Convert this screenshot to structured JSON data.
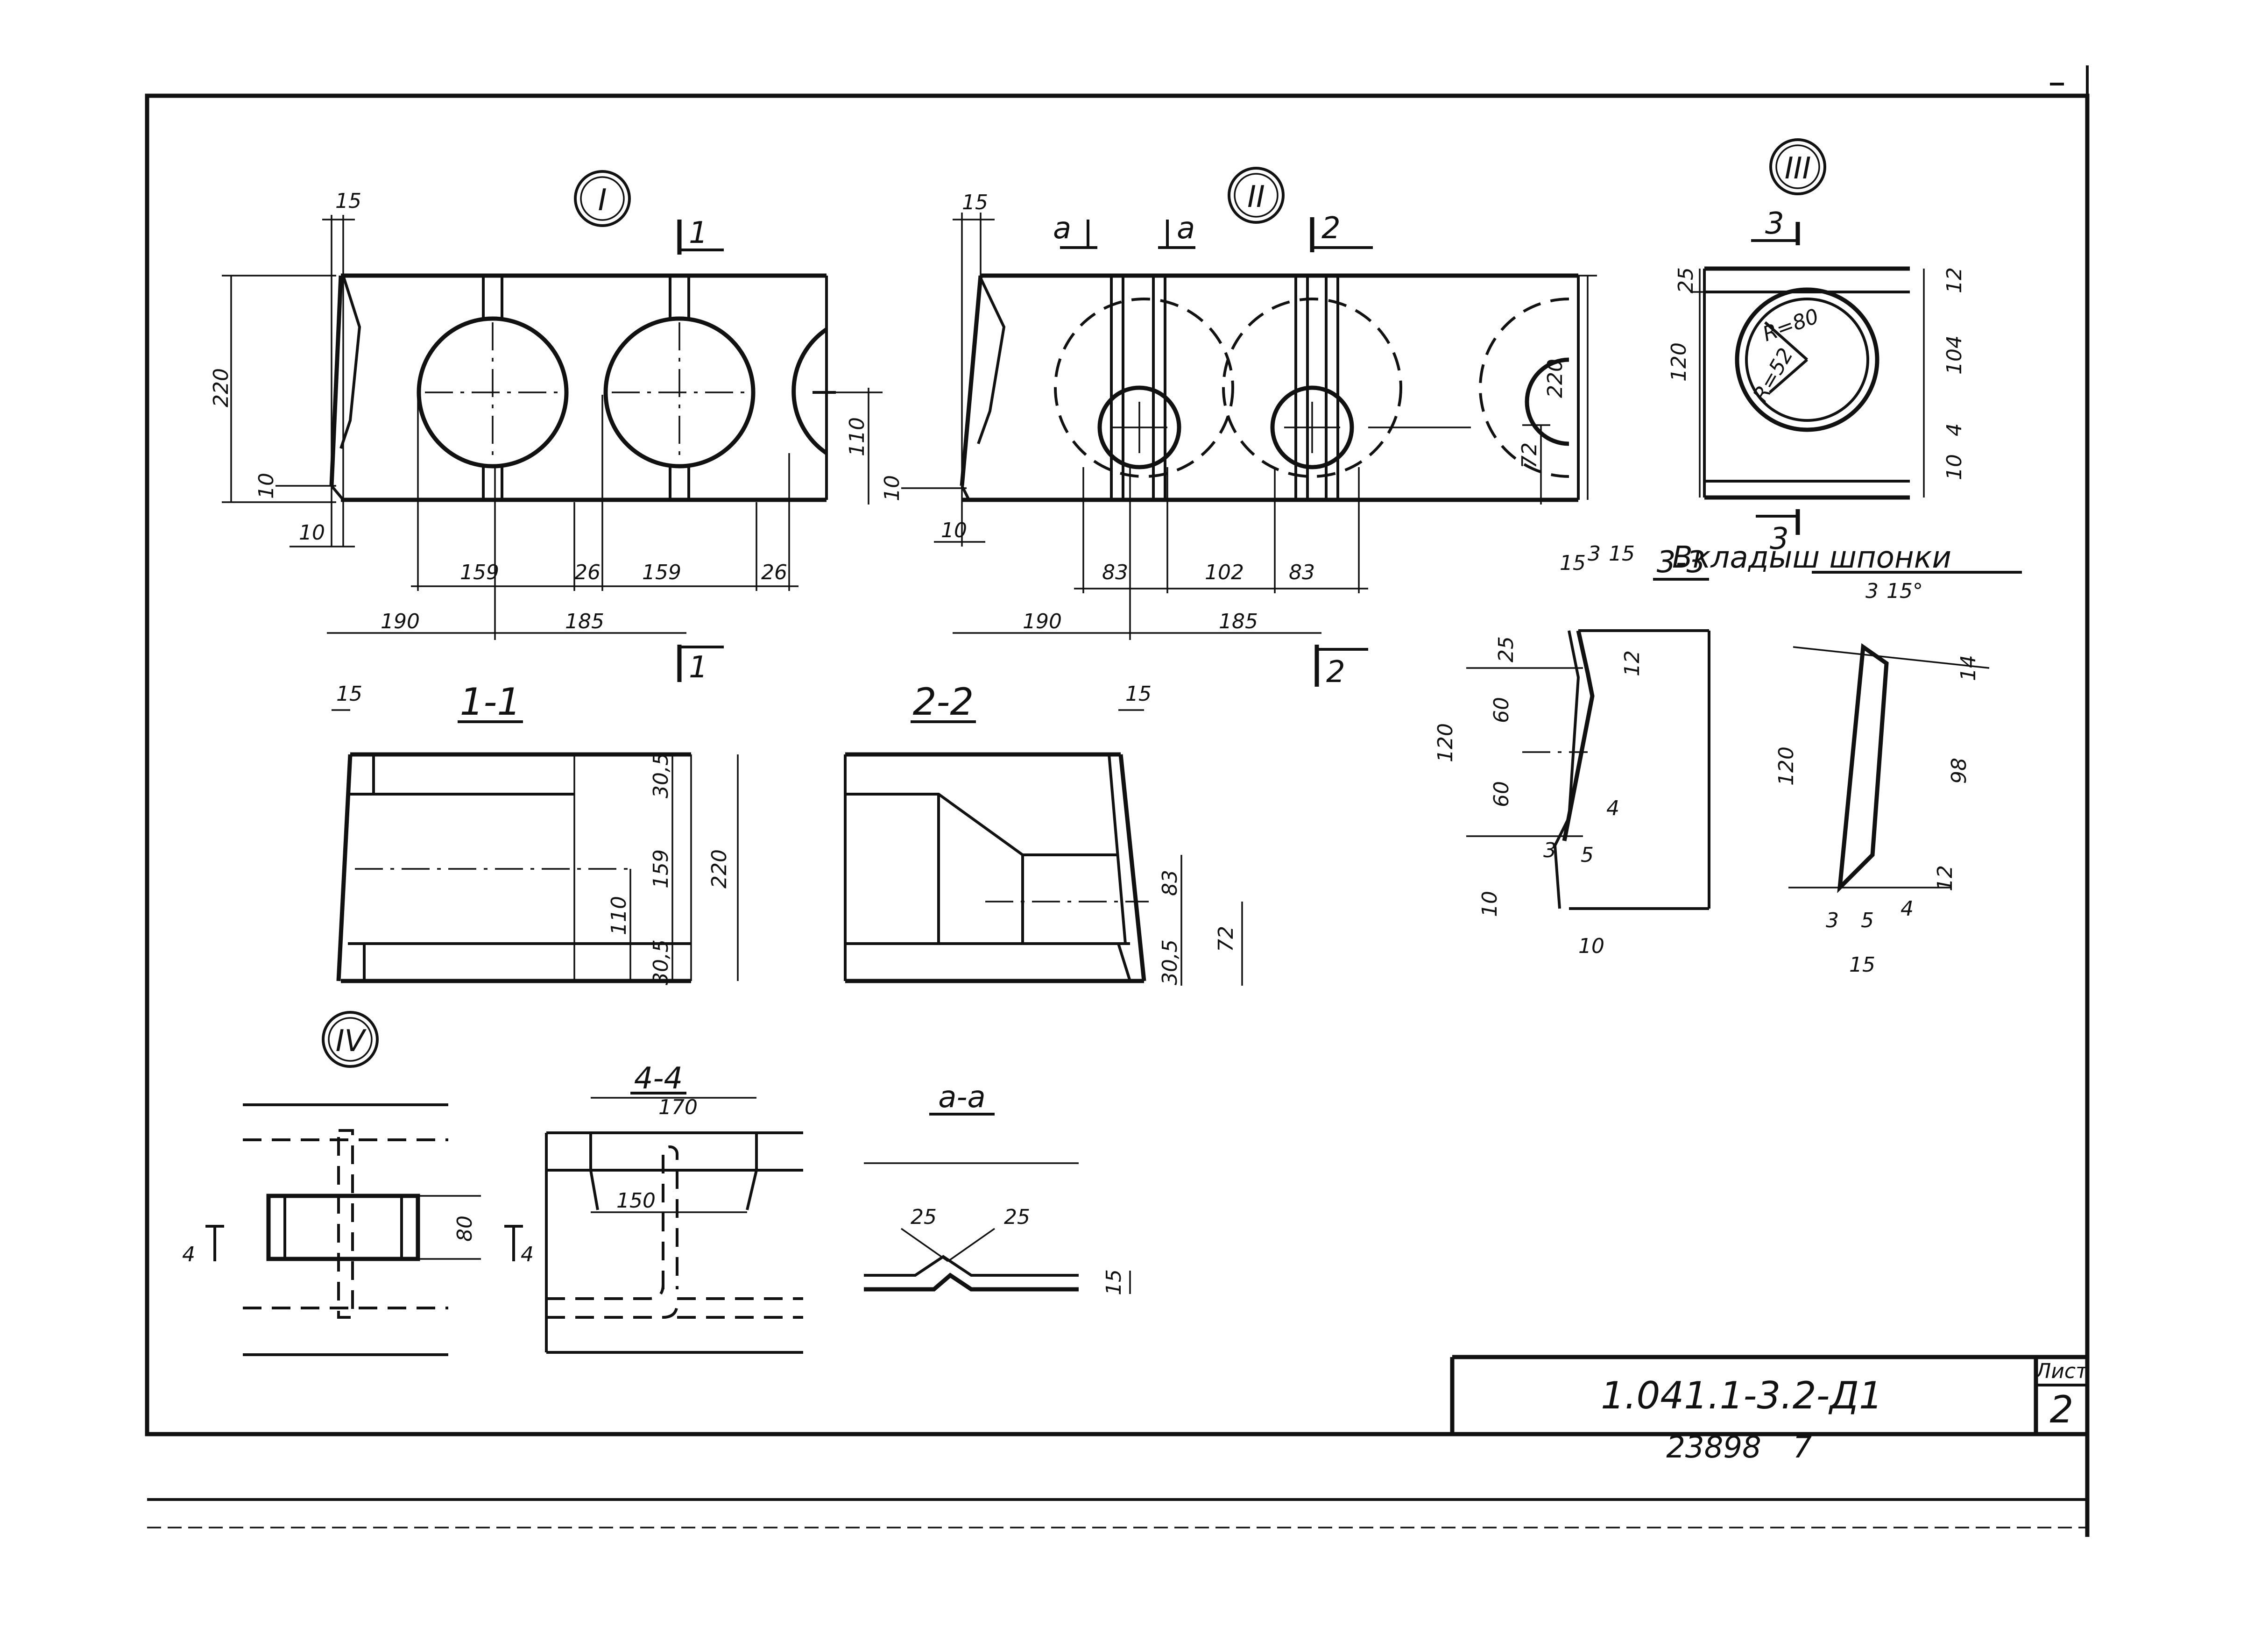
{
  "views": {
    "I": "I",
    "II": "II",
    "III": "III",
    "IV": "IV"
  },
  "sections": {
    "s11": "1-1",
    "s22": "2-2",
    "s33": "3-3",
    "s44": "4-4",
    "saa": "a-a",
    "key_inserts": "Вкладыш шпонки"
  },
  "cut_marks": {
    "c1": "1",
    "c2": "2",
    "c3": "3",
    "c4": "4",
    "ca": "a"
  },
  "dims": {
    "v1": {
      "d15": "15",
      "d220": "220",
      "d10a": "10",
      "d10b": "10",
      "d159a": "159",
      "d26a": "26",
      "d159b": "159",
      "d26b": "26",
      "d110": "110",
      "d190": "190",
      "d185": "185"
    },
    "v2": {
      "d15": "15",
      "d10a": "10",
      "d10b": "10",
      "d83a": "83",
      "d102": "102",
      "d83b": "83",
      "d220": "220",
      "d72": "72",
      "d190": "190",
      "d185": "185"
    },
    "v3": {
      "d25": "25",
      "d120": "120",
      "d12": "12",
      "d104": "104",
      "d4": "4",
      "d10": "10",
      "r80": "R=80",
      "r52": "R=52"
    },
    "s11": {
      "d15": "15",
      "d305a": "30,5",
      "d159": "159",
      "d220": "220",
      "d110": "110",
      "d305b": "30,5"
    },
    "s22": {
      "d15": "15",
      "d83": "83",
      "d305": "30,5",
      "d72": "72"
    },
    "s33": {
      "d15a": "15",
      "d3": "3",
      "d15b": "15",
      "d25": "25",
      "d12": "12",
      "d120": "120",
      "d60a": "60",
      "d60b": "60",
      "d4": "4",
      "d3b": "3",
      "d5": "5",
      "d10a": "10",
      "d10b": "10"
    },
    "key": {
      "d3": "3",
      "d15": "15°",
      "d14": "14",
      "d120": "120",
      "d98": "98",
      "d12": "12",
      "d3b": "3",
      "d5": "5",
      "d4": "4",
      "d15b": "15"
    },
    "v4": {
      "d80": "80"
    },
    "s44": {
      "d170": "170",
      "d150": "150"
    },
    "saa": {
      "d25a": "25",
      "d25b": "25",
      "d15": "15"
    }
  },
  "title_block": {
    "code": "1.041.1-3.2-Д1",
    "sheet_label": "Лист",
    "sheet_no": "2",
    "inventory": "23898",
    "copy_no": "7"
  }
}
